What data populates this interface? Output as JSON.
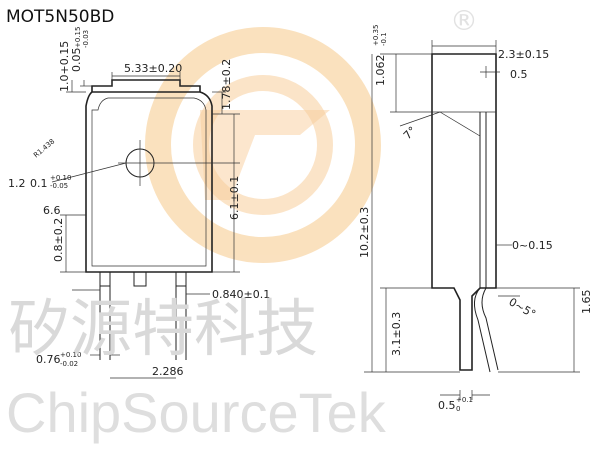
{
  "title": "MOT5N50BD",
  "watermark": {
    "cn": "矽源特科技",
    "en": "ChipSourceTek",
    "reg": "®",
    "logo_color_outer": "#f6c98a",
    "logo_color_inner": "#f3a54a"
  },
  "front_view": {
    "dim_height_top": "1.0+0.15",
    "dim_height_top2": "0.05",
    "dim_height_top2_tol_up": "+0.15",
    "dim_height_top2_tol_dn": "-0.03",
    "dim_width_tab": "5.33±0.20",
    "dim_tab_height": "1.78±0.2",
    "dim_corner_radius": "R1.438",
    "dim_hole": "1.2",
    "dim_hole_b": "0.1",
    "dim_hole_tol_up": "+0.10",
    "dim_hole_tol_dn": "-0.05",
    "dim_side": "6.6",
    "dim_body_height": "6.1±0.1",
    "dim_lower": "0.8±0.2",
    "dim_lead_width": "0.840±0.1",
    "dim_lead_thick": "0.76",
    "dim_lead_thick_tol_up": "+0.10",
    "dim_lead_thick_tol_dn": "-0.02",
    "dim_pitch": "2.286"
  },
  "side_view": {
    "dim_thickness": "2.3±0.15",
    "dim_tab_thick": "0.5",
    "dim_top": "1.062",
    "dim_top_tol_up": "+0.35",
    "dim_top_tol_dn": "-0.1",
    "dim_angle_top": "7°",
    "dim_total_height": "10.2±0.3",
    "dim_offset": "0~0.15",
    "dim_angle_lead": "0~5°",
    "dim_lead_len": "3.1±0.3",
    "dim_lead_rise": "1.65",
    "dim_foot": "0.5",
    "dim_foot_tol_up": "+0.1",
    "dim_foot_tol_dn": "0"
  }
}
